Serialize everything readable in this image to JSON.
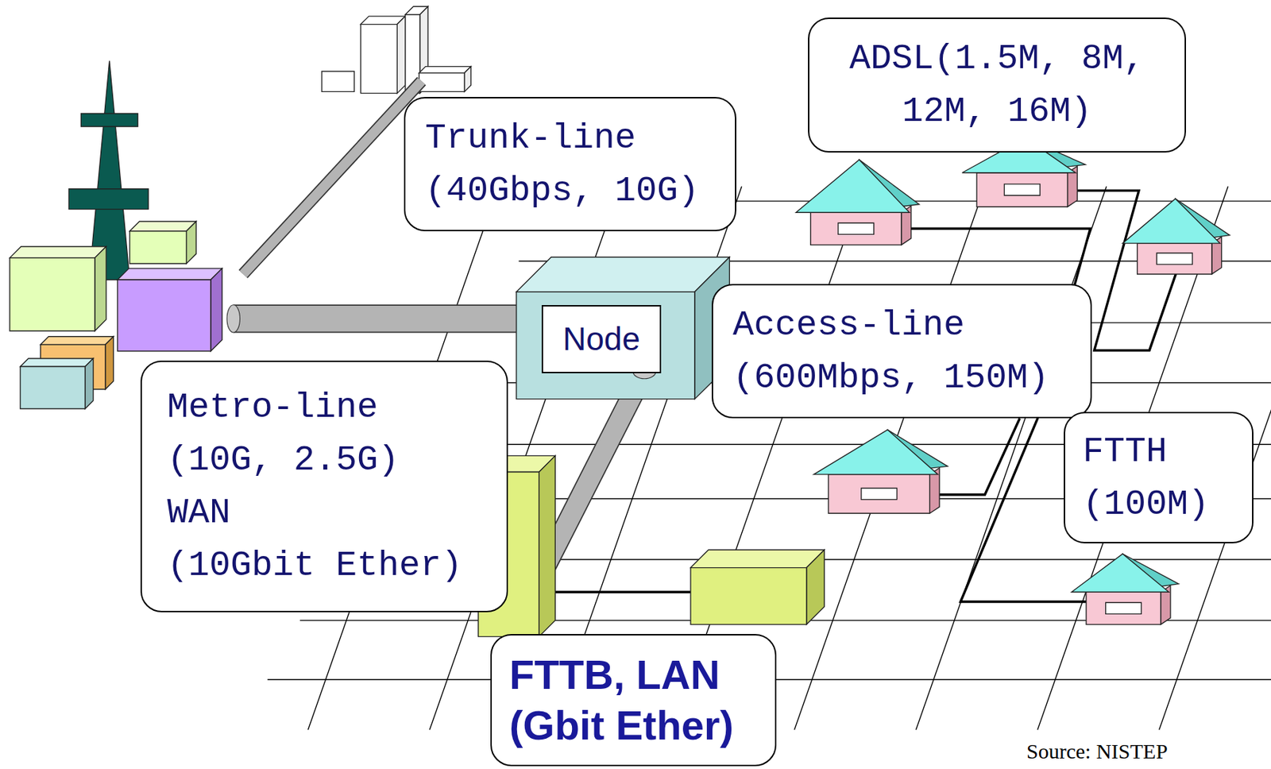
{
  "diagram": {
    "nodes": [
      {
        "text": [
          "Trunk-line (40Gbps, 10G)"
        ]
      },
      {
        "text": [
          "ADSL(1.5M, 8M, 12M, 16M)"
        ]
      },
      {
        "text": [
          "Node"
        ]
      },
      {
        "text": [
          "Access-line (600Mbps, 150M)"
        ]
      },
      {
        "text": [
          "Metro-line (10G, 2.5G)",
          "WAN",
          "(10Gbit Ether)"
        ]
      },
      {
        "text": [
          "FTTH (100M)"
        ]
      },
      {
        "text": [
          "FTTB, LAN (Gbit Ether)"
        ]
      }
    ],
    "labels": [
      "Source: NISTEP"
    ]
  }
}
